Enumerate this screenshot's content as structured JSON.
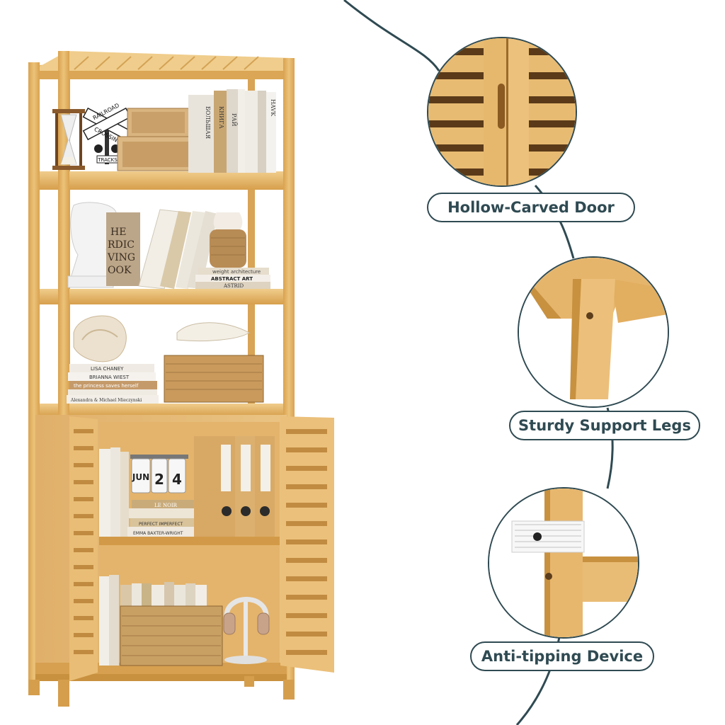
{
  "features": [
    {
      "label": "Hollow-Carved Door",
      "icon": "door-slats-icon"
    },
    {
      "label": "Sturdy Support Legs",
      "icon": "leg-joint-icon"
    },
    {
      "label": "Anti-tipping Device",
      "icon": "anti-tip-strap-icon"
    }
  ],
  "colors": {
    "accent": "#2f4a52",
    "bamboo": "#e3b466",
    "bamboo_dark": "#c8913f",
    "bamboo_light": "#f0cd8c",
    "background": "#ffffff"
  },
  "shelf_items": {
    "sign_top": "RAILROAD",
    "sign_bottom": "CROSSING",
    "sign_sub": "TRACKS",
    "book_cover": [
      "HE",
      "RDIC",
      "VING",
      "OOK"
    ],
    "book_spines_top": [
      "БОЛЬШАЯ",
      "КНИГА",
      "РАЙ",
      "HAVK"
    ],
    "book_stack_small": [
      "weight architecture",
      "ABSTRACT ART",
      "ASTRID"
    ],
    "book_stack_mid": [
      "LISA CHANEY",
      "BRIANNA WIEST",
      "the princess saves herself",
      "Alexandra & Michael Mieczynski"
    ],
    "calendar": [
      "JUN",
      "2",
      "4"
    ],
    "book_stack_low": [
      "LE NOIR",
      "PERFECT IMPERFECT",
      "EMMA BAXTER-WRIGHT"
    ]
  }
}
